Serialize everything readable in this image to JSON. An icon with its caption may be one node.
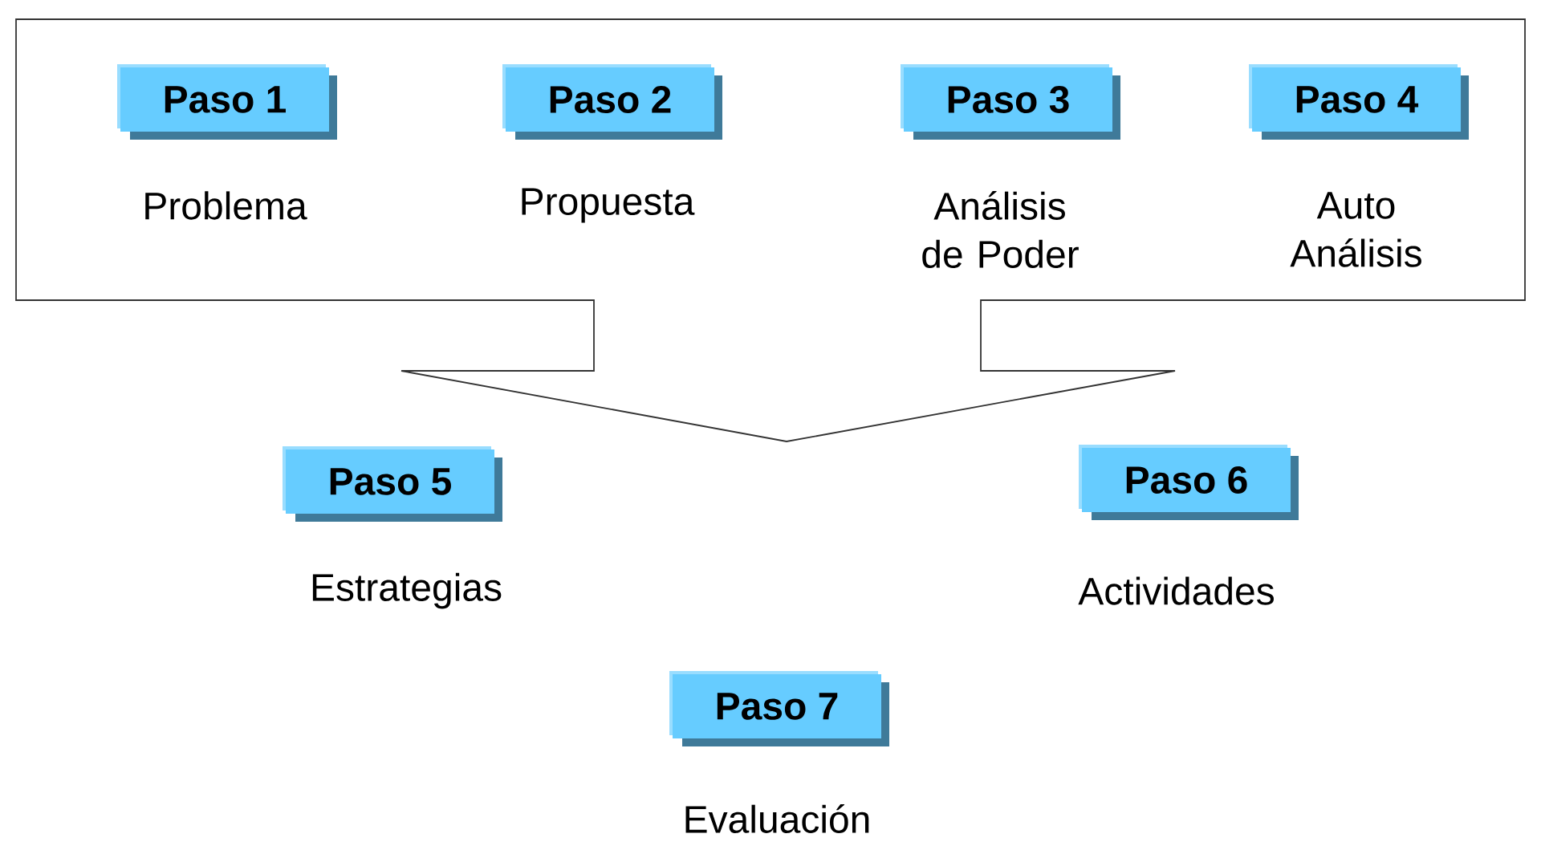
{
  "diagram": {
    "nodes": [
      {
        "text": [],
        "shape": "box"
      },
      {
        "text": [
          "Paso 1"
        ],
        "beside": [
          "Problema"
        ],
        "in": 0
      },
      {
        "text": [
          "Paso 2"
        ],
        "beside": [
          "Propuesta"
        ],
        "in": 0
      },
      {
        "text": [
          "Paso 3"
        ],
        "beside": [
          "Análisis de Poder"
        ],
        "in": 0
      },
      {
        "text": [
          "Paso 4"
        ],
        "beside": [
          "Auto Análisis"
        ],
        "in": 0
      },
      {
        "text": [
          "Paso 5"
        ],
        "beside": [
          "Estrategias"
        ]
      },
      {
        "text": [
          "Paso 6"
        ],
        "beside": [
          "Actividades"
        ]
      },
      {
        "text": [
          "Paso 7"
        ],
        "beside": [
          "Evaluación"
        ]
      }
    ]
  }
}
